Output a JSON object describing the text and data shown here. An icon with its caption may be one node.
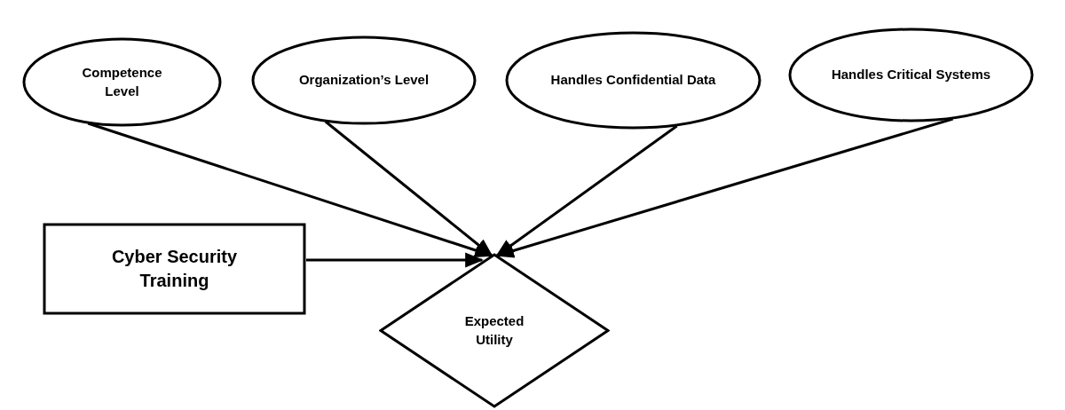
{
  "diagram": {
    "nodes": [
      {
        "text": [
          "Competence Level"
        ]
      },
      {
        "text": [
          "Organization’s Level"
        ]
      },
      {
        "text": [
          "Handles Confidential Data"
        ]
      },
      {
        "text": [
          "Handles Critical Systems"
        ]
      },
      {
        "text": [
          "Cyber Security Training"
        ]
      },
      {
        "text": [
          "Expected Utility"
        ]
      }
    ],
    "edges": [
      {
        "from": 0,
        "to": 5,
        "arrow": "to"
      },
      {
        "from": 1,
        "to": 5,
        "arrow": "to"
      },
      {
        "from": 2,
        "to": 5,
        "arrow": "to"
      },
      {
        "from": 3,
        "to": 5,
        "arrow": "to"
      },
      {
        "from": 4,
        "to": 5,
        "arrow": "to"
      }
    ]
  }
}
